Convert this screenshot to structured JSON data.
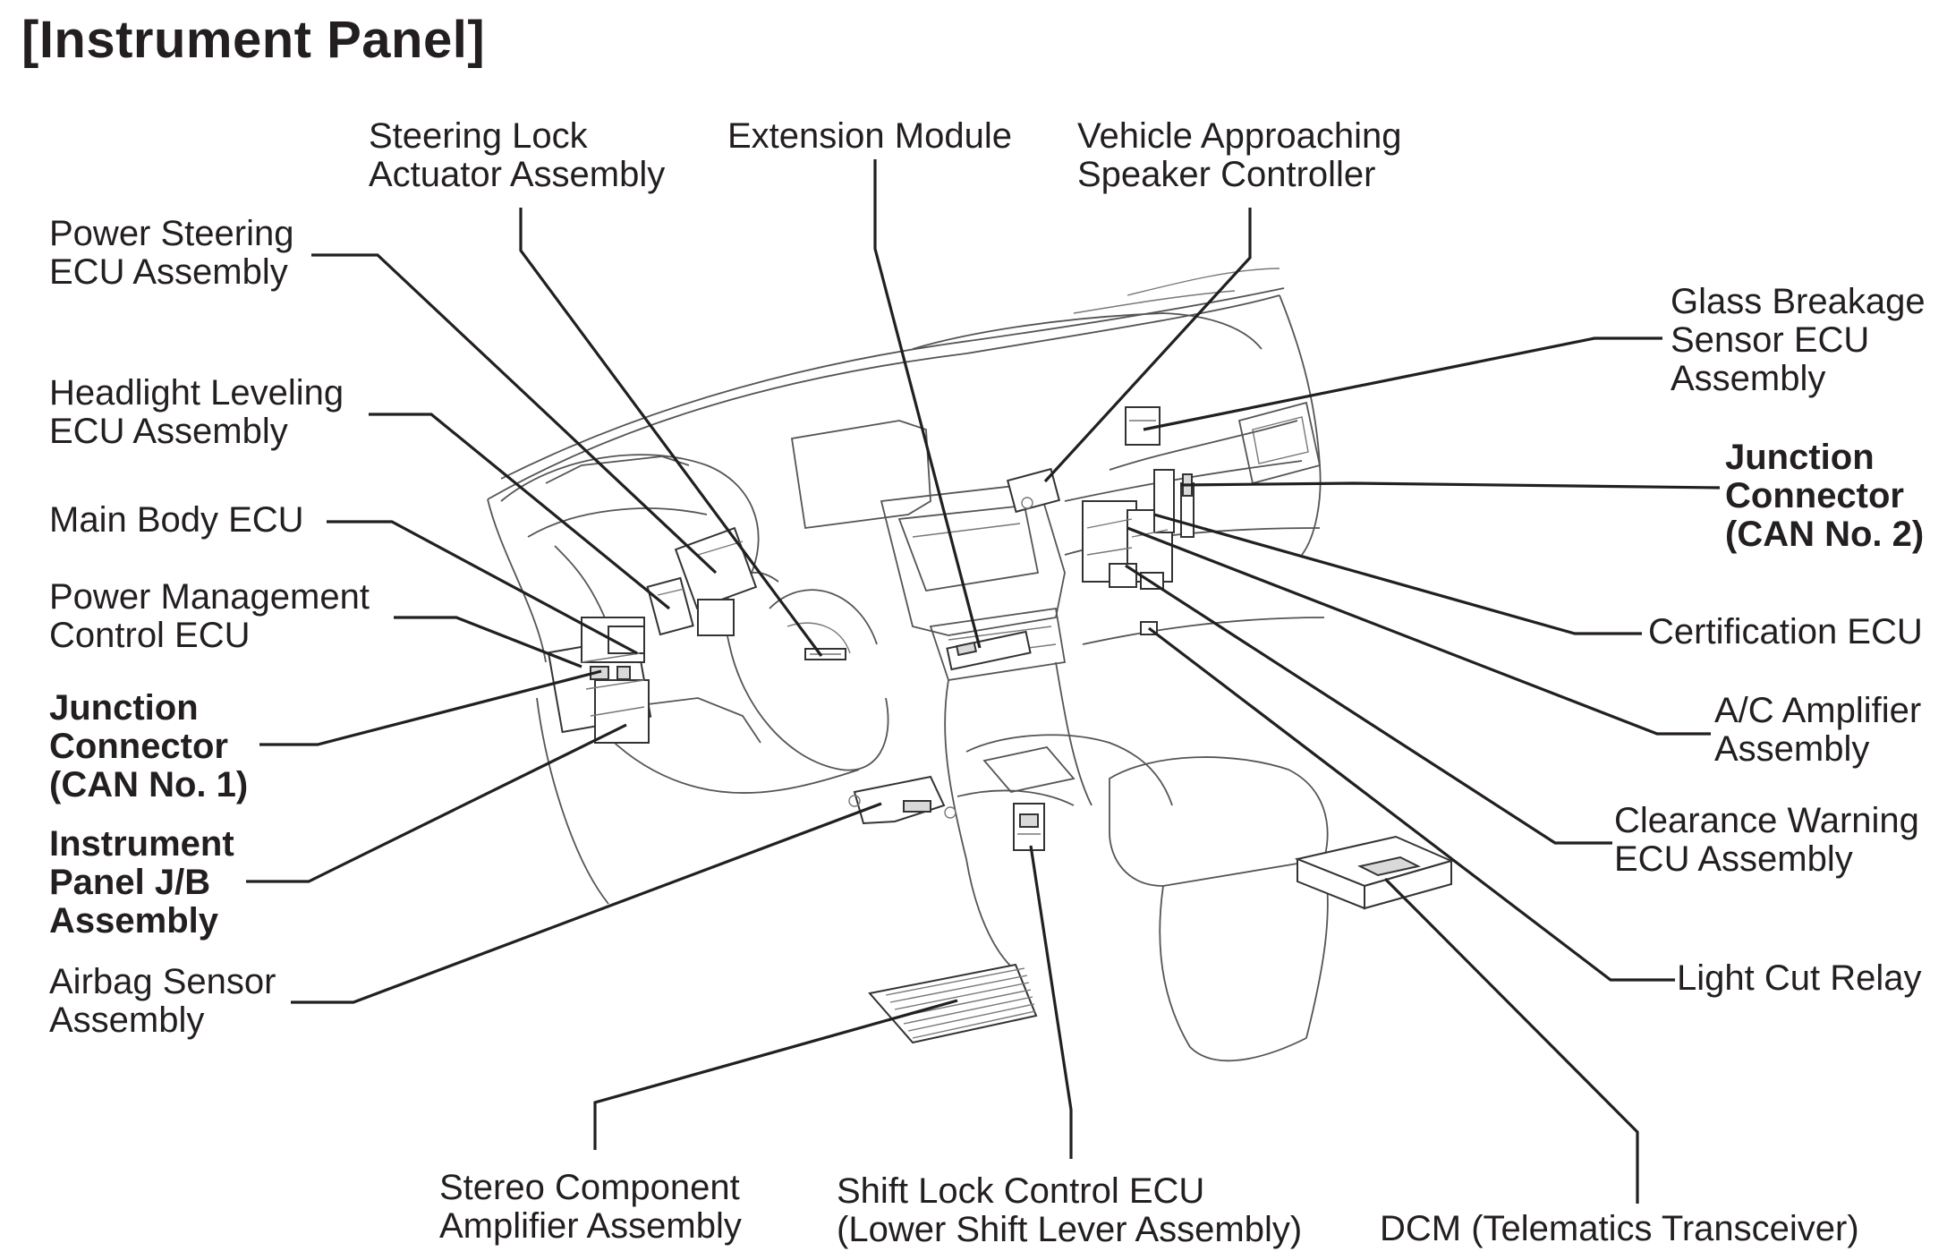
{
  "title": "[Instrument Panel]",
  "labels": {
    "steering_lock": [
      "Steering Lock",
      "Actuator Assembly"
    ],
    "extension_module": [
      "Extension Module"
    ],
    "vehicle_approaching": [
      "Vehicle Approaching",
      "Speaker Controller"
    ],
    "power_steering": [
      "Power Steering",
      "ECU Assembly"
    ],
    "glass_breakage": [
      "Glass Breakage",
      "Sensor ECU",
      "Assembly"
    ],
    "headlight_leveling": [
      "Headlight Leveling",
      "ECU Assembly"
    ],
    "junction_can2": [
      "Junction",
      "Connector",
      "(CAN No. 2)"
    ],
    "main_body": [
      "Main Body ECU"
    ],
    "power_management": [
      "Power Management",
      "Control ECU"
    ],
    "certification": [
      "Certification ECU"
    ],
    "junction_can1": [
      "Junction",
      "Connector",
      "(CAN No. 1)"
    ],
    "ac_amplifier": [
      "A/C Amplifier",
      "Assembly"
    ],
    "instrument_panel_jb": [
      "Instrument",
      "Panel J/B",
      "Assembly"
    ],
    "clearance_warning": [
      "Clearance Warning",
      "ECU Assembly"
    ],
    "airbag_sensor": [
      "Airbag Sensor",
      "Assembly"
    ],
    "light_cut_relay": [
      "Light Cut Relay"
    ],
    "stereo_amplifier": [
      "Stereo Component",
      "Amplifier Assembly"
    ],
    "shift_lock": [
      "Shift Lock Control ECU",
      "(Lower Shift Lever Assembly)"
    ],
    "dcm": [
      "DCM (Telematics Transceiver)"
    ]
  }
}
